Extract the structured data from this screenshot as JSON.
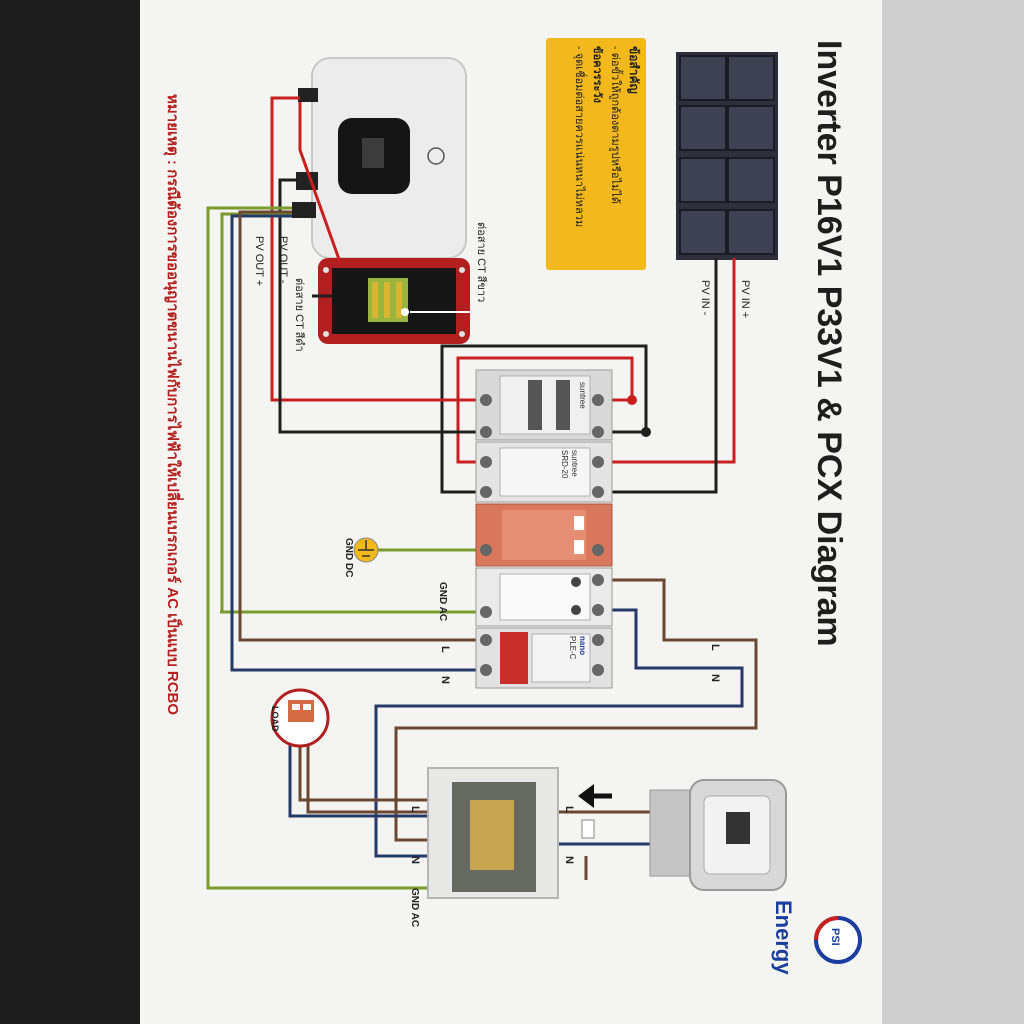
{
  "title": "Inverter P16V1 P33V1 & PCX Diagram",
  "warning": {
    "heading": "ข้อสำคัญ",
    "line1": "- ต่อขั้วให้ถูกต้องตามรูปหรือไม่ได้",
    "line2": "ข้อควรระวัง",
    "line3": "- จุดเชื่อมต่อสายควรแน่นหนาไม่หลวม"
  },
  "labels": {
    "pv_in_plus": "PV IN +",
    "pv_in_minus": "PV IN -",
    "pv_out_minus": "PV OUT -",
    "pv_out_plus": "PV OUT +",
    "ct_white": "ต่อสาย CT สีขาว",
    "ct_black": "ต่อสาย CT สีดำ",
    "gnd_dc": "GND DC",
    "gnd_ac_top": "GND AC",
    "gnd_ac_bottom": "GND AC",
    "L_right": "L",
    "N_right": "N",
    "L_left": "L",
    "N_left": "N",
    "L_cons_top": "L",
    "N_cons_top": "N",
    "L_cons_bottom": "L",
    "N_cons_bottom": "N",
    "load": "LOAD"
  },
  "breakers": {
    "dc_brand": "suntree",
    "spd_brand": "suntree",
    "spd_model": "SRD-20",
    "ac_brand": "nano",
    "ac_model": "PLE-C"
  },
  "footer_note": "หมายเหตุ : กรณีต้องการขออนุญาตขนานไฟกับการไฟฟ้าให้เปลี่ยนเบรกเกอร์ AC เป็นแบบ RCBO",
  "brand": {
    "logo": "PSI",
    "name": "Energy"
  },
  "colors": {
    "red_wire": "#c8201e",
    "black_wire": "#1f1f1f",
    "green_wire": "#7a9a2e",
    "blue_wire": "#253a6a",
    "brown_wire": "#6b4630",
    "spd_orange": "#d9775c",
    "warning_yellow": "#f2b81c",
    "footer_red": "#b4201d"
  }
}
